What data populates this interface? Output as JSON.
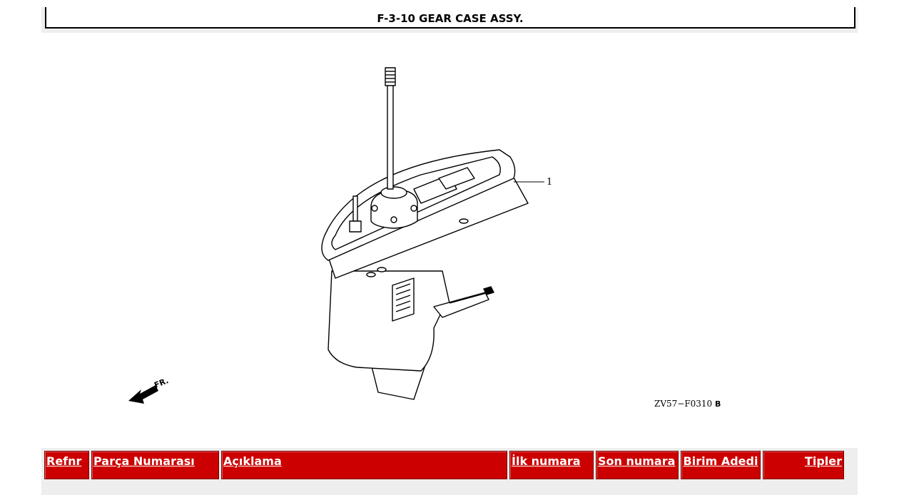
{
  "page": {
    "title": "F-3-10 GEAR CASE ASSY."
  },
  "diagram": {
    "callouts": [
      "1"
    ],
    "direction_label": "FR.",
    "figure_code": "ZV57−F0310",
    "figure_code_suffix": "B"
  },
  "table": {
    "header_color": "#cc0000",
    "columns": [
      {
        "label": "Refnr",
        "align": "left"
      },
      {
        "label": "Parça Numarası",
        "align": "left"
      },
      {
        "label": "Açıklama",
        "align": "left"
      },
      {
        "label": "İlk numara",
        "align": "left"
      },
      {
        "label": "Son numara",
        "align": "left"
      },
      {
        "label": "Birim Adedi",
        "align": "center"
      },
      {
        "label": "Tipler",
        "align": "right"
      }
    ]
  }
}
